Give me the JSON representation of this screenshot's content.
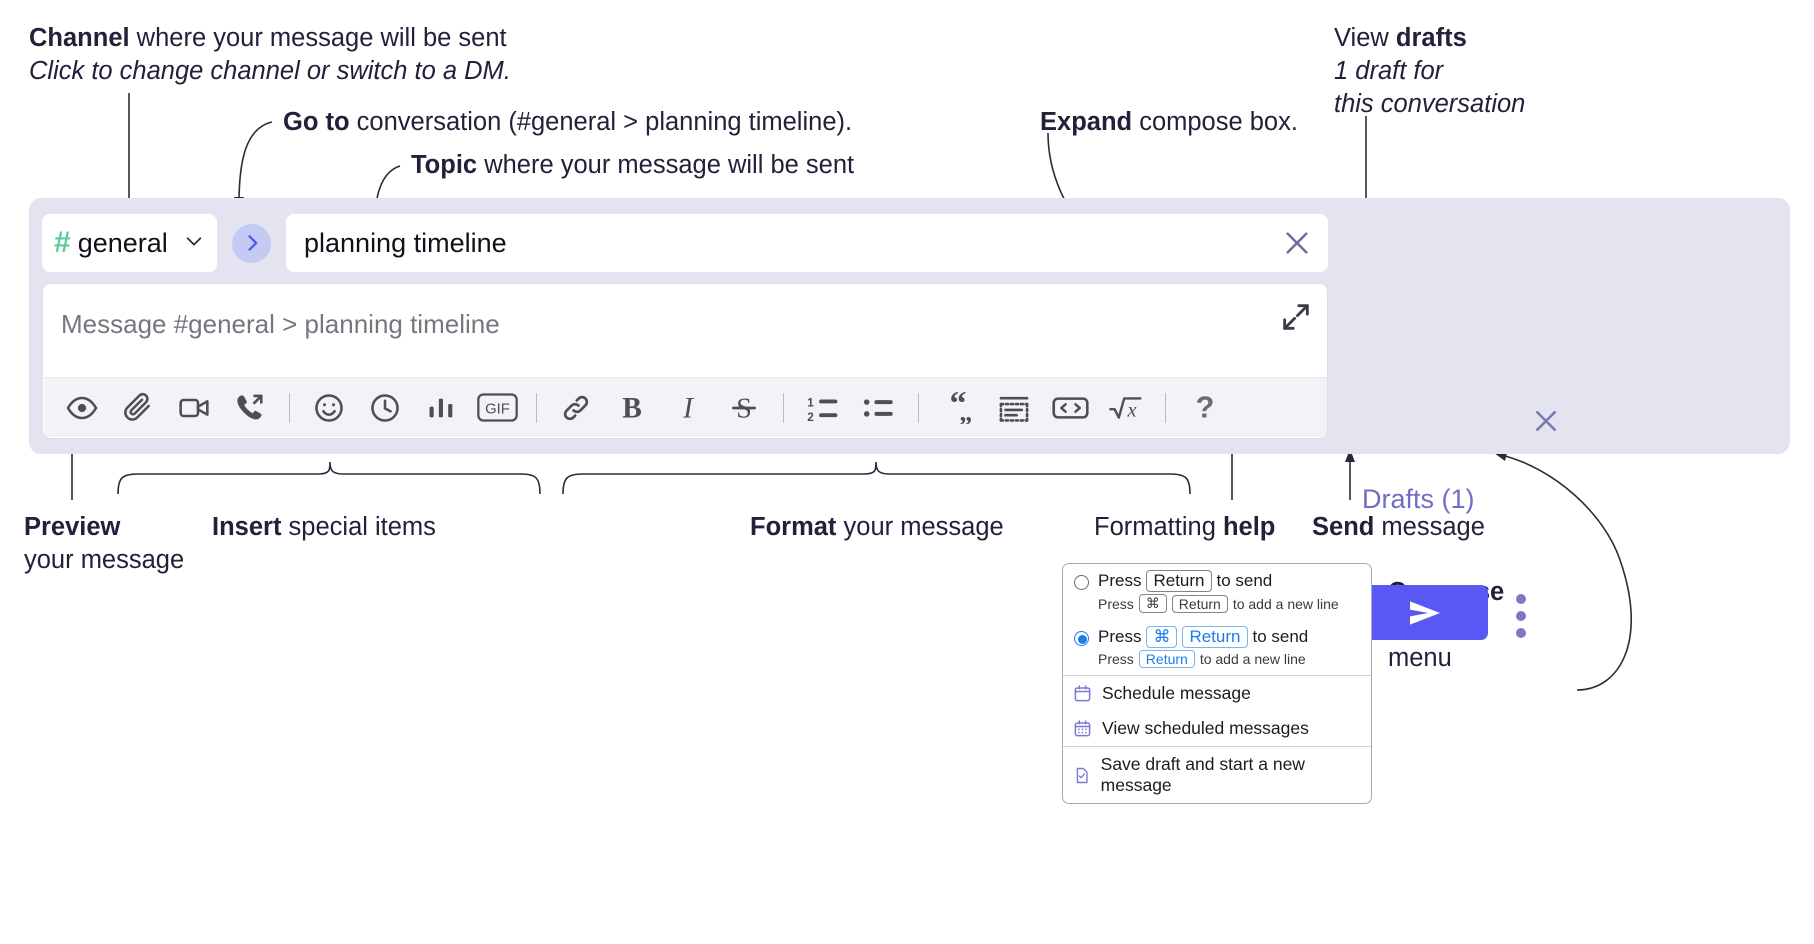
{
  "annotations": {
    "channel": {
      "bold": "Channel",
      "rest": " where your message will be sent",
      "italic": "Click to change channel or switch to a DM."
    },
    "goto": {
      "bold": "Go to",
      "rest": " conversation (#general > planning timeline)."
    },
    "topic": {
      "bold": "Topic",
      "rest": " where your message will be sent"
    },
    "expand": {
      "bold": "Expand",
      "rest": " compose box."
    },
    "drafts": {
      "pre": "View ",
      "bold": "drafts",
      "italic1": "1 draft for",
      "italic2": "this conversation"
    },
    "preview": {
      "bold": "Preview",
      "line2": "your message"
    },
    "insert": {
      "bold": "Insert",
      "rest": " special items"
    },
    "format": {
      "bold": "Format",
      "rest": " your message"
    },
    "help": {
      "pre": "Formatting ",
      "bold": "help"
    },
    "send": {
      "bold": "Send",
      "rest": " message"
    },
    "compose": {
      "bold": "Compose options",
      "rest": "menu"
    }
  },
  "compose": {
    "channel": {
      "icon": "hash-icon",
      "name": "general",
      "chevron": "chevron-down-icon"
    },
    "goto_button_icon": "chevron-right-icon",
    "topic": {
      "value": "planning timeline",
      "clear_icon": "close-icon"
    },
    "editor": {
      "placeholder": "Message #general > planning timeline",
      "expand_icon": "expand-arrows-icon"
    },
    "toolbar": [
      {
        "name": "preview-icon",
        "label": "Preview"
      },
      {
        "name": "attachment-icon",
        "label": "Attach file"
      },
      {
        "name": "video-icon",
        "label": "Video clip"
      },
      {
        "name": "audio-call-icon",
        "label": "Audio clip"
      },
      {
        "name": "separator",
        "label": ""
      },
      {
        "name": "emoji-icon",
        "label": "Emoji"
      },
      {
        "name": "clock-icon",
        "label": "Reminder"
      },
      {
        "name": "poll-icon",
        "label": "Poll"
      },
      {
        "name": "gif-icon",
        "label": "GIF"
      },
      {
        "name": "separator",
        "label": ""
      },
      {
        "name": "link-icon",
        "label": "Link"
      },
      {
        "name": "bold-icon",
        "label": "B"
      },
      {
        "name": "italic-icon",
        "label": "I"
      },
      {
        "name": "strikethrough-icon",
        "label": "S"
      },
      {
        "name": "separator",
        "label": ""
      },
      {
        "name": "ordered-list-icon",
        "label": "Ordered list"
      },
      {
        "name": "bulleted-list-icon",
        "label": "Bulleted list"
      },
      {
        "name": "separator",
        "label": ""
      },
      {
        "name": "blockquote-icon",
        "label": "Blockquote"
      },
      {
        "name": "code-block-icon",
        "label": "Code block"
      },
      {
        "name": "code-icon",
        "label": "Code"
      },
      {
        "name": "math-icon",
        "label": "Math"
      },
      {
        "name": "separator",
        "label": ""
      },
      {
        "name": "help-icon",
        "label": "?"
      }
    ],
    "send_button": {
      "icon": "send-icon",
      "color": "#5a58f2"
    },
    "overflow_menu_icon": "kebab-menu-icon",
    "drafts_link": "Drafts (1)",
    "panel_close_icon": "close-icon",
    "panel_bg": "#e3e4ef",
    "hash_color": "#5ccd96",
    "drafts_color": "#6f6dc4"
  },
  "popup": {
    "options": [
      {
        "selected": false,
        "main_pre": "Press",
        "main_key": "Return",
        "main_post": "to send",
        "sub_pre": "Press",
        "sub_key1": "⌘",
        "sub_key2": "Return",
        "sub_post": "to add a new line"
      },
      {
        "selected": true,
        "main_pre": "Press",
        "main_key1": "⌘",
        "main_key2": "Return",
        "main_post": "to send",
        "sub_pre": "Press",
        "sub_key": "Return",
        "sub_post": "to add a new line"
      }
    ],
    "items": [
      {
        "icon": "calendar-icon",
        "label": "Schedule message"
      },
      {
        "icon": "calendar-grid-icon",
        "label": "View scheduled messages"
      },
      {
        "icon": "save-draft-icon",
        "label": "Save draft and start a new message"
      }
    ]
  }
}
